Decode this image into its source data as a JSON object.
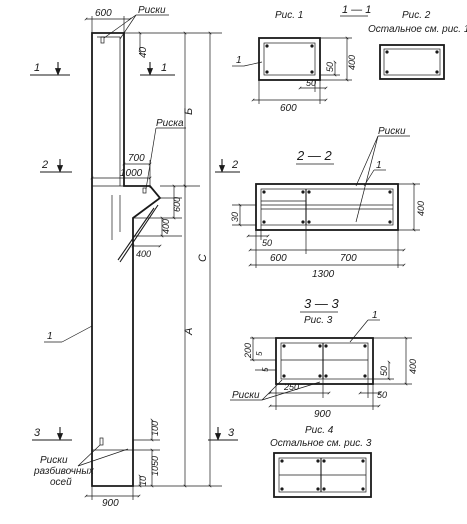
{
  "elevation": {
    "top_width": "600",
    "top_mark_label": "Риски",
    "offset_40": "40",
    "dim_b": "Б",
    "dim_a": "А",
    "dim_c": "С",
    "console_mark_label": "Риска",
    "console_700": "700",
    "console_1000": "1000",
    "console_600": "600",
    "console_400v": "400",
    "console_400h": "400",
    "item_1": "1",
    "bottom_100": "100",
    "bottom_1050": "1050",
    "bottom_10": "10",
    "bottom_width": "900",
    "axes_label_line1": "Риски",
    "axes_label_line2": "разбивочных",
    "axes_label_line3": "осей",
    "cut_1": "1",
    "cut_2": "2",
    "cut_3": "3"
  },
  "fig1": {
    "title": "Рис. 1",
    "section_title": "1 — 1",
    "item": "1",
    "d50v": "50",
    "d400": "400",
    "d50h": "50",
    "d600": "600"
  },
  "fig2": {
    "title": "Рис. 2",
    "note": "Остальное см. рис. 1"
  },
  "sec22": {
    "title": "2 — 2",
    "marks_label": "Риски",
    "item": "1",
    "d30": "30",
    "d50": "50",
    "d600": "600",
    "d700": "700",
    "d1300": "1300",
    "d400": "400"
  },
  "sec33": {
    "title": "3 — 3",
    "subtitle": "Рис. 3",
    "item": "1",
    "d200": "200",
    "d5a": "5",
    "d5b": "5",
    "marks_label": "Риски",
    "d250": "250",
    "d900": "900",
    "d50v": "50",
    "d400": "400",
    "d50h": "50"
  },
  "fig4": {
    "title": "Рис. 4",
    "note": "Остальное см. рис. 3"
  }
}
